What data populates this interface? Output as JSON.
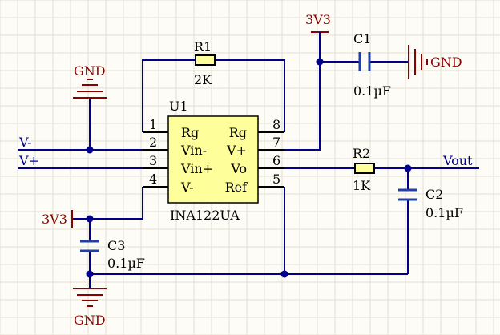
{
  "colors": {
    "background": "#fdfcf6",
    "grid": "#e3e0d2",
    "wire": "#00008b",
    "power_label": "#8b0000",
    "component_body": "#fefe9a",
    "capacitor": "#1f3fa8"
  },
  "ic": {
    "designator": "U1",
    "part": "INA122UA",
    "left_pins": [
      {
        "num": "1",
        "name": "Rg"
      },
      {
        "num": "2",
        "name": "Vin-"
      },
      {
        "num": "3",
        "name": "Vin+"
      },
      {
        "num": "4",
        "name": "V-"
      }
    ],
    "right_pins": [
      {
        "num": "8",
        "name": "Rg"
      },
      {
        "num": "7",
        "name": "V+"
      },
      {
        "num": "6",
        "name": "Vo"
      },
      {
        "num": "5",
        "name": "Ref"
      }
    ]
  },
  "r1": {
    "designator": "R1",
    "value": "2K"
  },
  "r2": {
    "designator": "R2",
    "value": "1K"
  },
  "c1": {
    "designator": "C1",
    "value": "0.1µF"
  },
  "c2": {
    "designator": "C2",
    "value": "0.1µF"
  },
  "c3": {
    "designator": "C3",
    "value": "0.1µF"
  },
  "nets": {
    "vminus": "V-",
    "vplus": "V+",
    "vout": "Vout",
    "supply_top": "3V3",
    "supply_left": "3V3",
    "gnd_top_left": "GND",
    "gnd_right": "GND",
    "gnd_bottom": "GND"
  }
}
